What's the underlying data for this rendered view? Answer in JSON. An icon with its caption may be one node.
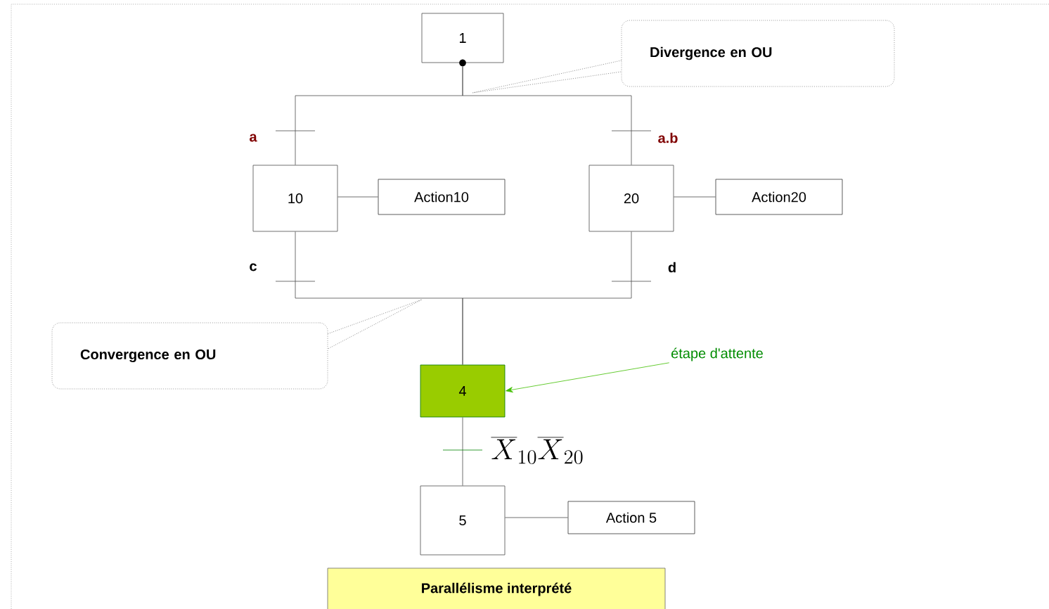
{
  "diagram": {
    "title": "Parallélisme interprété",
    "nodes": [
      {
        "text": [
          "1"
        ]
      },
      {
        "text": [
          "Divergence en OU"
        ]
      },
      {
        "text": [
          "10"
        ]
      },
      {
        "text": [
          "Action10"
        ]
      },
      {
        "text": [
          "20"
        ]
      },
      {
        "text": [
          "Action20"
        ]
      },
      {
        "text": [
          "Convergence en OU"
        ]
      },
      {
        "text": [
          "4"
        ]
      },
      {
        "text": [
          "étape d'attente"
        ]
      },
      {
        "text": [
          "5"
        ]
      },
      {
        "text": [
          "Action 5"
        ]
      }
    ],
    "edges": [
      {
        "from": 0,
        "to": 2,
        "arrow": "none",
        "label": "a"
      },
      {
        "from": 0,
        "to": 4,
        "arrow": "none",
        "label": "a.b"
      },
      {
        "from": 2,
        "to": 7,
        "arrow": "none",
        "label": "c"
      },
      {
        "from": 4,
        "to": 7,
        "arrow": "none",
        "label": "d"
      },
      {
        "from": 7,
        "to": 9,
        "arrow": "none",
        "label": "\\overline{X}_{10}\\overline{X}_{20}"
      },
      {
        "from": 2,
        "to": 3,
        "arrow": "none"
      },
      {
        "from": 4,
        "to": 5,
        "arrow": "none"
      },
      {
        "from": 9,
        "to": 10,
        "arrow": "none"
      },
      {
        "from": 8,
        "to": 7,
        "arrow": "to",
        "color": "#339900"
      },
      {
        "from": 1,
        "to": null,
        "arrow": "none",
        "style": "dashed"
      },
      {
        "from": 6,
        "to": null,
        "arrow": "none",
        "style": "dashed"
      }
    ]
  }
}
